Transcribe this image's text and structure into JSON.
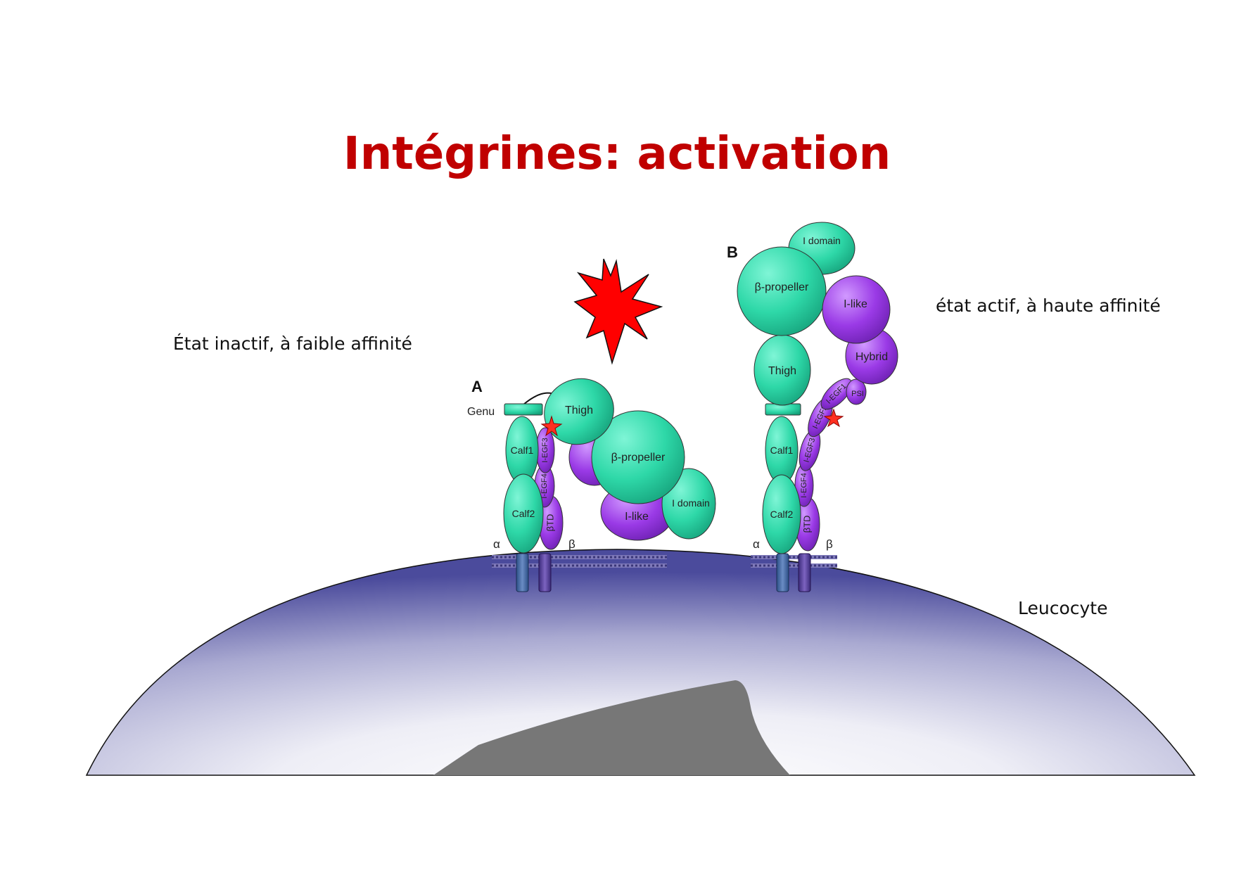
{
  "title": "Intégrines: activation",
  "captions": {
    "inactive": "État inactif, à faible affinité",
    "active": "état actif, à haute affinité",
    "cell": "Leucocyte"
  },
  "panels": {
    "a": {
      "label": "A",
      "genu": "Genu",
      "alpha": "α",
      "beta": "β",
      "domains": {
        "thigh": "Thigh",
        "propeller": "β-propeller",
        "idomain": "I domain",
        "ilike": "I-like",
        "calf1": "Calf1",
        "calf2": "Calf2",
        "btd": "βTD",
        "iegf3": "I-EGF3",
        "iegf4": "I-EGF4"
      }
    },
    "b": {
      "label": "B",
      "alpha": "α",
      "beta": "β",
      "domains": {
        "idomain": "I domain",
        "propeller": "β-propeller",
        "ilike": "I-like",
        "hybrid": "Hybrid",
        "thigh": "Thigh",
        "calf1": "Calf1",
        "calf2": "Calf2",
        "btd": "βTD",
        "iegf1": "I-EGF1",
        "iegf2": "I-EGF2",
        "iegf3": "I-EGF3",
        "iegf4": "I-EGF4",
        "psi": "PSI"
      }
    }
  },
  "colors": {
    "title": "#C00000",
    "alpha_domain": "#2ED8A8",
    "beta_domain": "#9933E6",
    "cell_edge": "#4A4A9A",
    "nucleus": "#777777",
    "signal": "#FF0000"
  }
}
